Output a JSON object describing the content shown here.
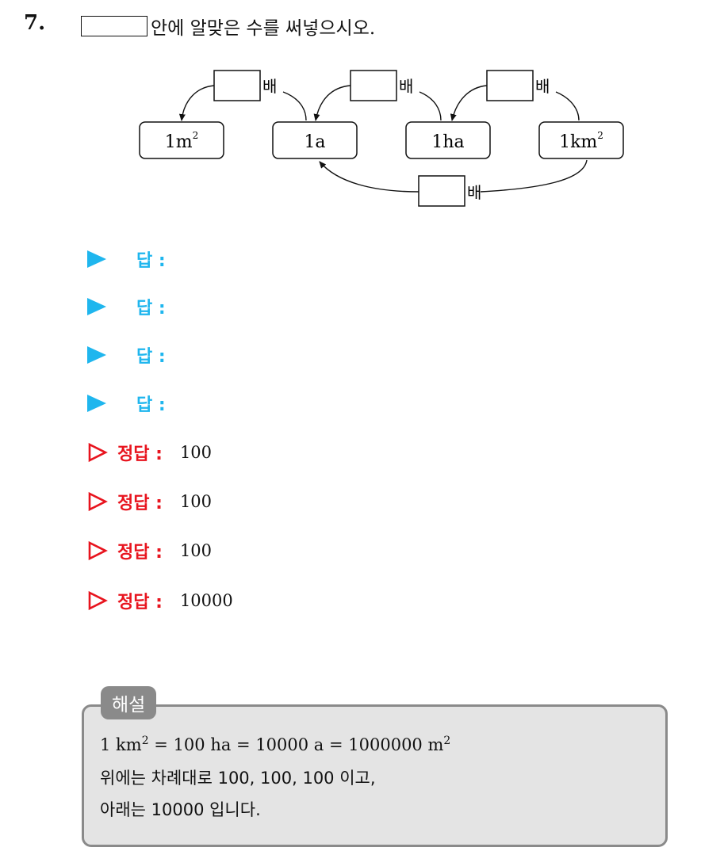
{
  "question": {
    "number": "7.",
    "instruction": "안에 알맞은 수를 써넣으시오."
  },
  "diagram": {
    "units": [
      "1m",
      "1a",
      "1ha",
      "1km"
    ],
    "unit_sup": [
      "2",
      "",
      "",
      "2"
    ],
    "times_label": "배"
  },
  "answers": [
    {
      "label": "답 :"
    },
    {
      "label": "답 :"
    },
    {
      "label": "답 :"
    },
    {
      "label": "답 :"
    }
  ],
  "keys": [
    {
      "label": "정답 :",
      "value": "100"
    },
    {
      "label": "정답 :",
      "value": "100"
    },
    {
      "label": "정답 :",
      "value": "100"
    },
    {
      "label": "정답 :",
      "value": "10000"
    }
  ],
  "explanation": {
    "tab": "해설",
    "line1": {
      "a": "1 km",
      "b": "= 100 ha = 10000 a = 1000000 m"
    },
    "sup": "2",
    "line2": "위에는 차례대로 100, 100, 100 이고,",
    "line3": "아래는 10000 입니다."
  },
  "colors": {
    "answer": "#1fb6ee",
    "key": "#e8141e",
    "panel": "#e4e4e4",
    "panel_border": "#8a8a8a"
  }
}
